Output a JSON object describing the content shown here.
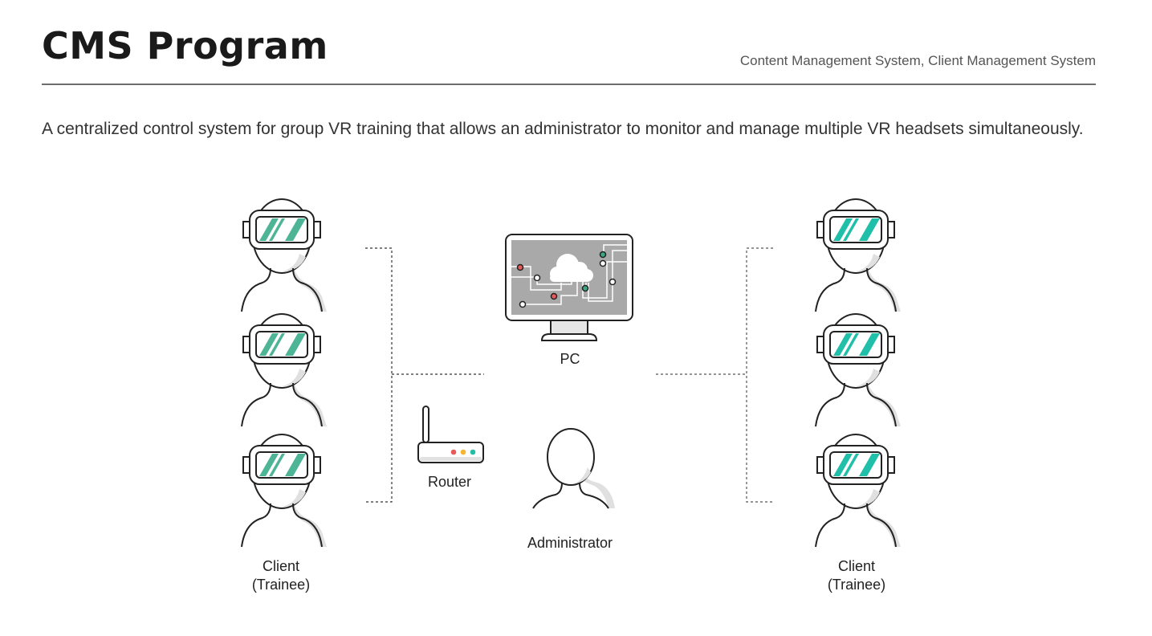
{
  "header": {
    "title": "CMS Program",
    "subtitle": "Content Management System, Client Management System"
  },
  "description": "A centralized control system for group VR training that allows an administrator to monitor and manage multiple VR headsets simultaneously.",
  "diagram": {
    "nodes": {
      "left_clients_label_line1": "Client",
      "left_clients_label_line2": "(Trainee)",
      "right_clients_label_line1": "Client",
      "right_clients_label_line2": "(Trainee)",
      "pc_label": "PC",
      "router_label": "Router",
      "admin_label": "Administrator"
    },
    "icons": {
      "left_client": "vr-headset-person-icon",
      "right_client": "vr-headset-person-icon",
      "pc": "monitor-cloud-network-icon",
      "router": "wifi-router-icon",
      "admin": "person-icon"
    },
    "colors": {
      "lens_left": "#4db596",
      "lens_right": "#20bfa9",
      "screen": "#a9a9a9",
      "led_red": "#e85a5a",
      "led_yellow": "#f2b632",
      "led_teal": "#21bfa6",
      "line": "#222222"
    }
  }
}
